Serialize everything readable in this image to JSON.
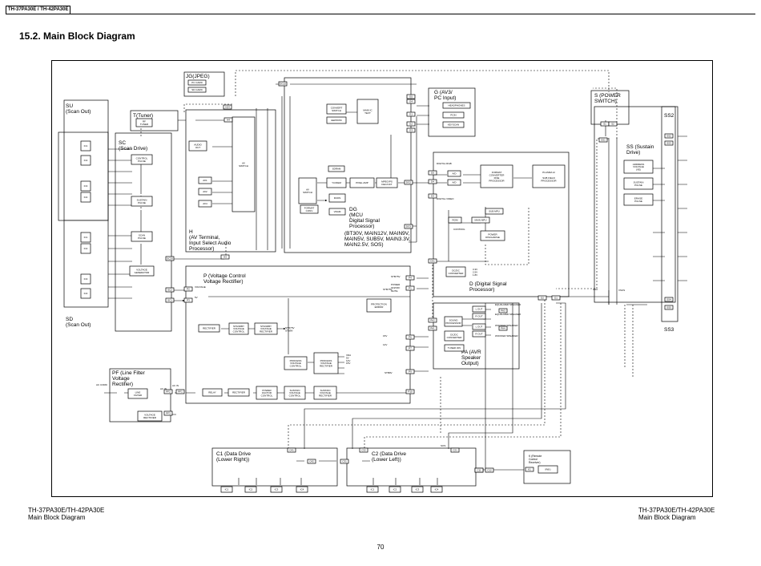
{
  "header": {
    "model_tag": "TH-37PA30E / TH-42PA30E"
  },
  "title": "15.2.  Main Block Diagram",
  "footer_left": [
    "TH-37PA30E/TH-42PA30E",
    "Main Block Diagram"
  ],
  "footer_right": [
    "TH-37PA30E/TH-42PA30E",
    "Main Block Diagram"
  ],
  "page_number": "70",
  "boards": {
    "su": [
      "SU",
      "(Scan Out)"
    ],
    "sd": [
      "SD",
      "(Scan Out)"
    ],
    "sc": [
      "SC",
      "(Scan Drive)"
    ],
    "t": [
      "T(Tuner)"
    ],
    "jg": [
      "JG(JPEG)"
    ],
    "h": [
      "H",
      "(AV Terminal,",
      "Input Select Audio",
      "Processor)"
    ],
    "dg": [
      "DG",
      "(MCU",
      "Digital Signal",
      "Processor)"
    ],
    "dg_voltages": [
      "(BT30V, MAIN12V, MAIN9V,",
      "MAIN5V, SUB5V, MAIN3.3V,",
      "MAIN2.5V, SOS)"
    ],
    "g": [
      "G (AV3/",
      "PC Input)"
    ],
    "d": [
      "D  (Digital Signal",
      "Processor)"
    ],
    "p": [
      "P  (Voltage Control",
      "Voltage Rectifier)"
    ],
    "pa": [
      "PA  (AVR",
      "Speaker",
      "Output)"
    ],
    "pf": [
      "PF (Line Filter",
      "Voltage",
      "Rectifier)"
    ],
    "c1": [
      "C1  (Data Drive",
      "(Lower Right))"
    ],
    "c2": [
      "C2  (Data Drive",
      "(Lower Left))"
    ],
    "k": [
      "K  (Remote",
      "Control",
      "Receiver)"
    ],
    "s": [
      "S  (POWER",
      "SWITCH)"
    ],
    "ss": [
      "SS  (Sustain",
      "Drive)"
    ],
    "ss2": "SS2",
    "ss3": "SS3"
  },
  "blocks": {
    "sc_control_pulse": [
      "CONTROL",
      "PULSE"
    ],
    "sc_sustain_pulse": [
      "SUSTAIN",
      "PULSE"
    ],
    "sc_scan_pulse": [
      "SCAN",
      "PULSE"
    ],
    "sc_voltage_generator": [
      "VOLTAGE",
      "GENERATOR"
    ],
    "su_ics": [
      "IC1",
      "IC2",
      "IC3",
      "IC4"
    ],
    "sd_ics": [
      "IC1",
      "IC2",
      "IC3",
      "IC4"
    ],
    "tuner_box": [
      "RF",
      "TUNER"
    ],
    "jg_pc_card": "PC CARD",
    "jg_sd_card": "SD CARD",
    "h_audio_out": [
      "AUDIO",
      "OUT"
    ],
    "h_av_switch": [
      "AV",
      "SWITCH"
    ],
    "h_av_inputs": [
      "AV1",
      "AV2",
      "AV4"
    ],
    "dg_convert": [
      "CONVERT",
      "SWITCH"
    ],
    "dg_eeprom": "EEPROM",
    "dg_main_ic": [
      "MAIN IC",
      "TEXT"
    ],
    "dg_av_switch": [
      "AV",
      "SWITCH"
    ],
    "dg_sdram": "SDRAM",
    "dg_yc_dem": "YC/DEM",
    "dg_pixel_amp": "PIXEL AMP",
    "dg_mpeg": [
      "MPEG/PS",
      "DEC/CKT"
    ],
    "dg_dcds": "DCDS",
    "dg_format": [
      "FORMAT",
      "CONV"
    ],
    "dg_vram": "VRAM",
    "g_headphones": "HEADPHONES",
    "g_pcin": "PCIN",
    "g_keyscan": "KEYSCAN",
    "d_digital_rgb": "DIGITAL RGB",
    "d_digital_video": "DIGITAL VIDEO",
    "d_ad1": "A/D",
    "d_ad2": "A/D",
    "d_format": [
      "FORMAT",
      "CONVERTER",
      "FINE",
      "PROCESSOR"
    ],
    "d_plasma": [
      "PLASMA AI",
      "",
      "SUB FIELD",
      "PROCESSOR"
    ],
    "d_sub_mpu": "SUB MPU",
    "d_main_mpu": "MAIN MPU",
    "d_rom": "ROM",
    "d_power_discharge": [
      "POWER",
      "DISCHARGE"
    ],
    "d_control": "CONTROL",
    "d_dcdc": [
      "DC/DC",
      "CONVERTER"
    ],
    "d_volts": [
      "3.3V",
      "2.5V",
      "1.8V"
    ],
    "p_rectifier": "RECTIFIER",
    "p_standby_ctl": [
      "STANDBY",
      "VOLTAGE",
      "CONTROL"
    ],
    "p_standby_rect": [
      "STANDBY",
      "VOLTAGE",
      "RECTIFIER"
    ],
    "p_stby_out": [
      "STBY5V",
      "STB9V"
    ],
    "p_process_ctl": [
      "PROCESS",
      "VOLTAGE",
      "CONTROL"
    ],
    "p_process_rect": [
      "PROCESS",
      "VOLTAGE",
      "RECTIFIER"
    ],
    "p_process_out": [
      "VDA",
      "5V",
      "12V",
      "15V"
    ],
    "p_relay": "RELAY",
    "p_rectifier2": "RECTIFIER",
    "p_power_factor": [
      "POWER",
      "FACTOR",
      "CONTROL"
    ],
    "p_sustain_ctl": [
      "SUSTAIN",
      "VOLTAGE",
      "CONTROL"
    ],
    "p_sustain_rect": [
      "SUSTAIN",
      "VOLTAGE",
      "RECTIFIER"
    ],
    "p_protection": [
      "PROTECTION",
      "ERROR"
    ],
    "pa_sound": [
      "SOUND",
      "PROCESSOR"
    ],
    "pa_dcdc": [
      "DC/DC",
      "CONVERTER"
    ],
    "pa_tuner30v": "TUNER 30V",
    "pa_amps": [
      "L OUT",
      "R OUT",
      "L OUT",
      "R OUT"
    ],
    "pa_speakers": [
      "EQUALIZER SPEAKER",
      "EQUALIZER SPEAKER",
      "WOOFER SPEAKER",
      "WOOFER SPEAKER"
    ],
    "pf_line_filter": [
      "LINE",
      "FILTER"
    ],
    "pf_voltage_rect": [
      "VOLTAGE",
      "RECTIFIER"
    ],
    "pf_ac_in": "AC IN",
    "ac_cord": "AC CORD",
    "ss_address": [
      "ADDRESS",
      "VOLTAGE",
      "(VE)"
    ],
    "ss_sustain": [
      "SUSTAIN",
      "PULSE"
    ],
    "ss_erase": [
      "ERASE",
      "PULSE"
    ],
    "k_ir": "IR(K)",
    "c1_ics": [
      "IC1",
      "IC2",
      "IC3",
      "IC4"
    ],
    "c2_ics": [
      "IC1",
      "IC2",
      "IC3",
      "IC4"
    ]
  },
  "connectors": {
    "sc": [
      "SC20",
      "SC2",
      "SC1"
    ],
    "h": [
      "H24",
      "H4",
      "H3"
    ],
    "dg": [
      "DG10",
      "DG2",
      "DG3"
    ],
    "g": [
      "G1",
      "G2",
      "G3",
      "G4",
      "G5"
    ],
    "d": [
      "D5",
      "D4",
      "D3",
      "D31",
      "D2",
      "D1"
    ],
    "p": [
      "P2",
      "P3",
      "P4",
      "P1",
      "P6",
      "P7",
      "P9",
      "P10"
    ],
    "pa": [
      "PA2",
      "PA1",
      "PA3",
      "PA4"
    ],
    "pf": [
      "PF2",
      "PF3",
      "PF1"
    ],
    "c": [
      "C41",
      "C42",
      "C31",
      "C32",
      "C21",
      "C22",
      "C11",
      "C12"
    ],
    "ss": [
      "SS1",
      "SS2",
      "SS3",
      "SS4",
      "SS5"
    ],
    "s": [
      "S1",
      "S2"
    ],
    "k": [
      "K1"
    ]
  },
  "signals": [
    "VOLTAGE",
    "5V",
    "STBY5V",
    "POWER",
    "ON/OFF",
    "MUTE",
    "15V",
    "VDA",
    "VSUS",
    "SOS",
    "12V",
    "STB9V",
    "AC IN",
    "STBY5V"
  ]
}
